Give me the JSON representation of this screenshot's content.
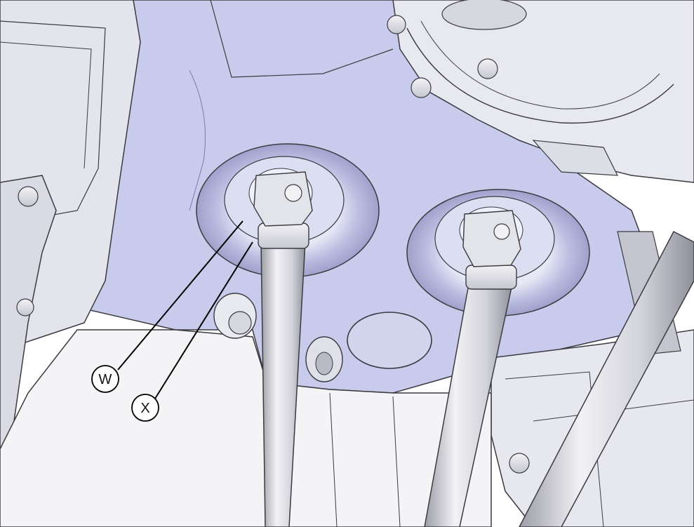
{
  "diagram": {
    "callouts": [
      {
        "id": "w",
        "label": "W"
      },
      {
        "id": "x",
        "label": "X"
      }
    ],
    "colors": {
      "plate": "#c9cbed",
      "plate_shadow": "#a9abd6",
      "metal": "#e6e7ec",
      "metal_shade": "#c2c3cc",
      "metal_dark": "#8e8f99",
      "outline": "#3a3a40",
      "background": "#ffffff"
    }
  }
}
